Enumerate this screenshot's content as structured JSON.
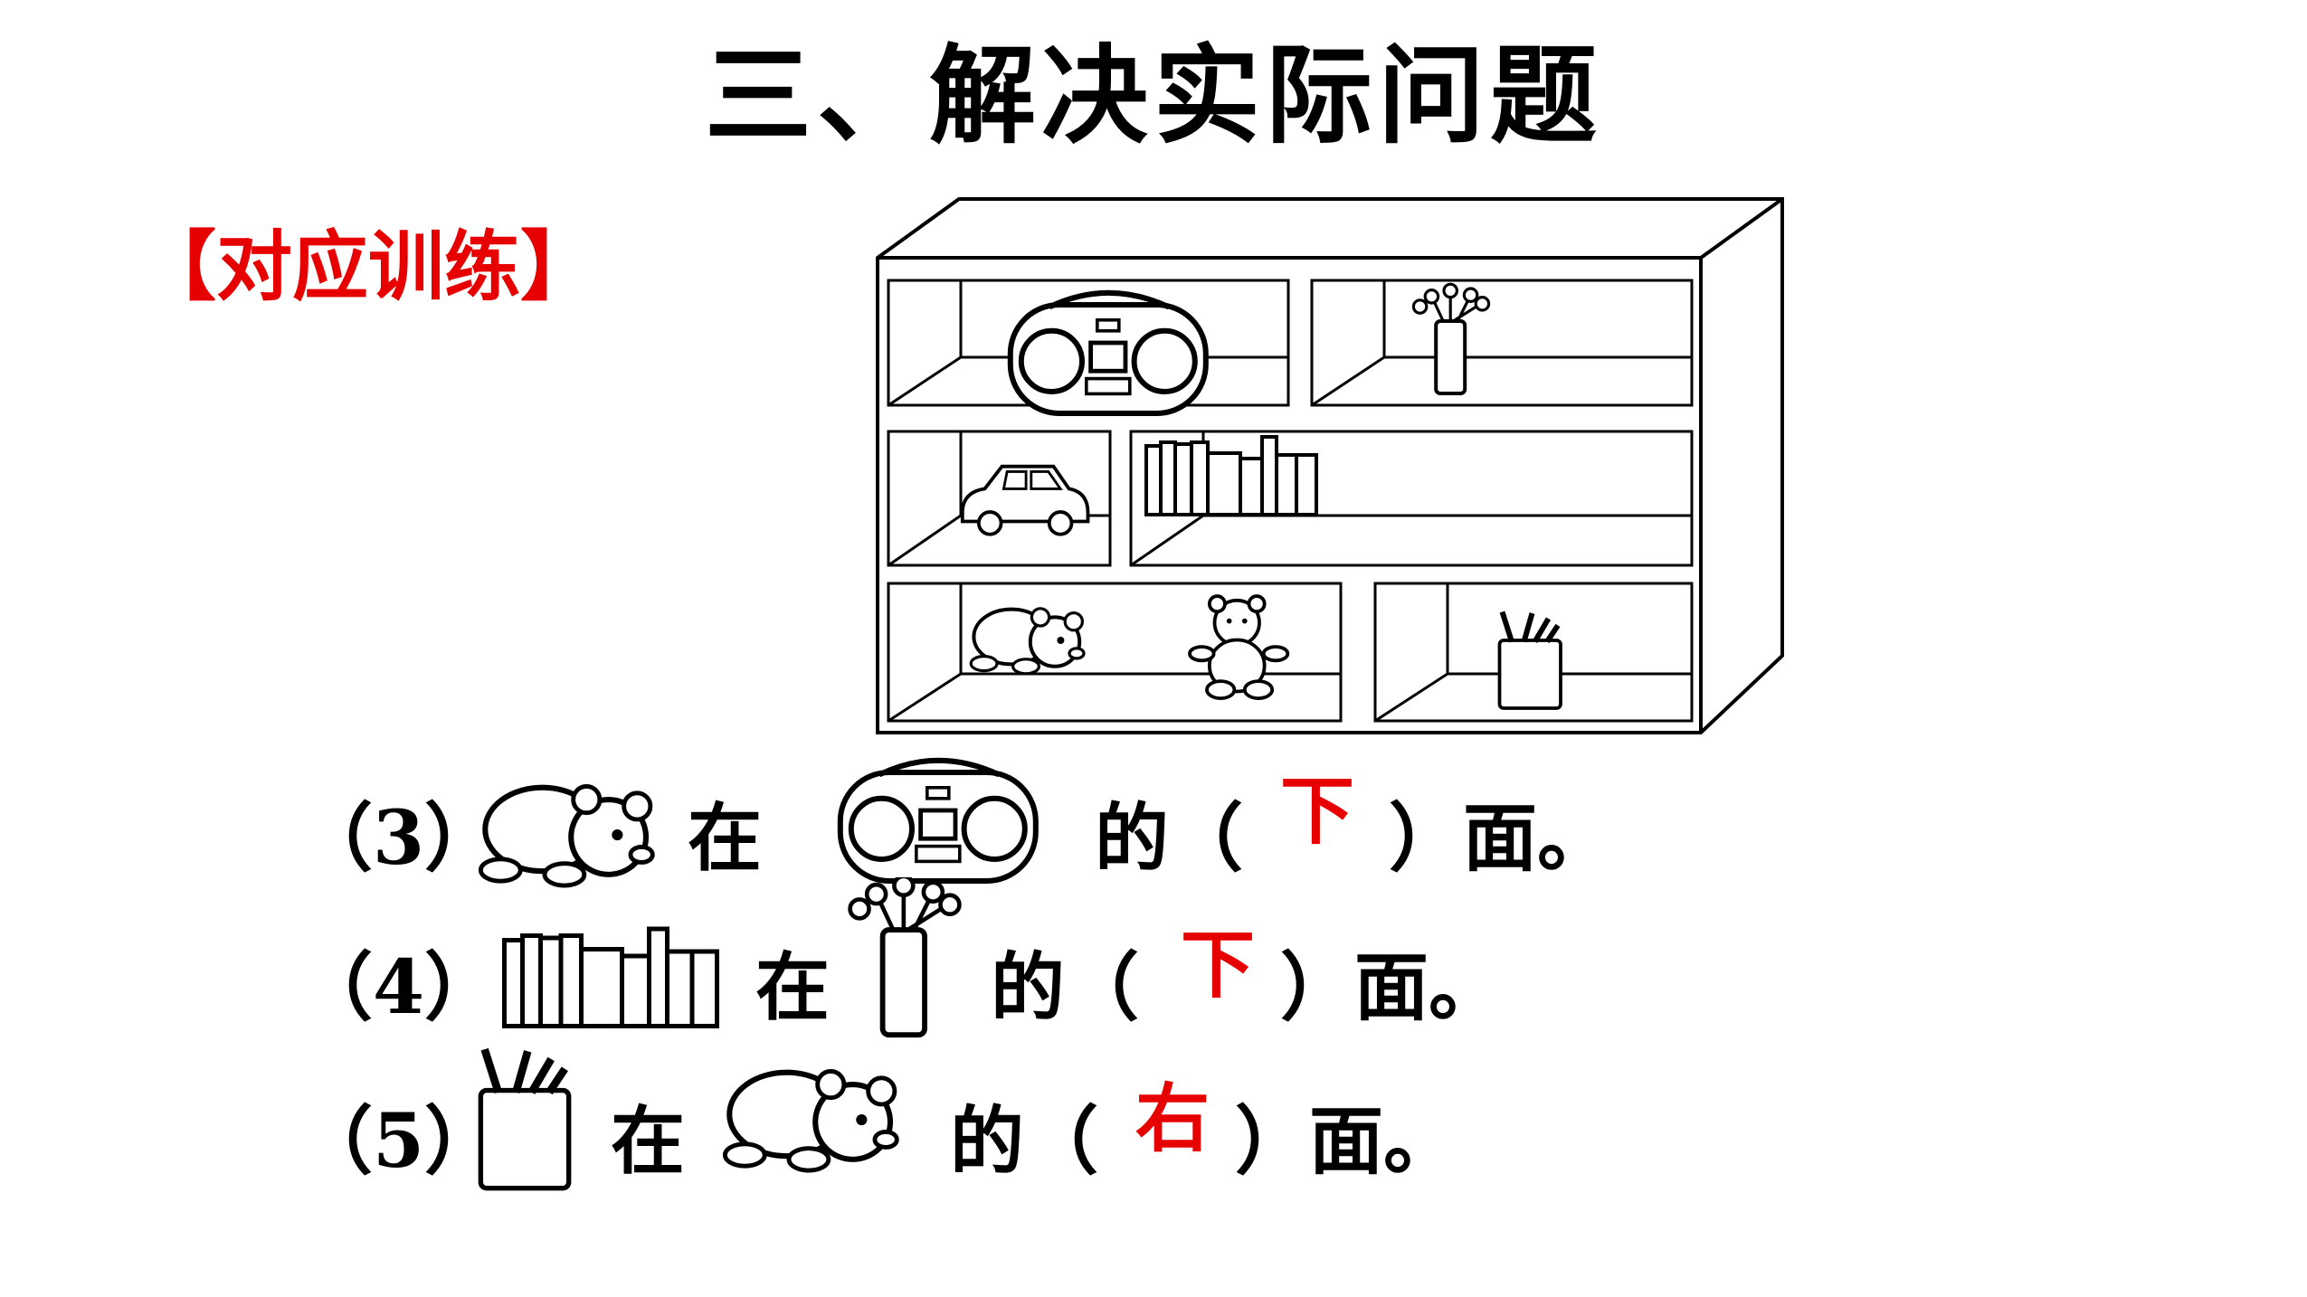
{
  "title": "三、解决实际问题",
  "practice_label": "【对应训练】",
  "questions": [
    {
      "number": "（3）",
      "obj1_icon": "crawling-bear-icon",
      "zai": "在",
      "obj2_icon": "radio-icon",
      "de": "的（",
      "answer": "下",
      "end": "）面。"
    },
    {
      "number": "（4）",
      "obj1_icon": "books-icon",
      "zai": "在",
      "obj2_icon": "flower-vase-icon",
      "de": "的（",
      "answer": "下",
      "end": "）面。"
    },
    {
      "number": "（5）",
      "obj1_icon": "pencil-cup-icon",
      "zai": "在",
      "obj2_icon": "crawling-bear-icon",
      "de": "的（",
      "answer": "右",
      "end": "）面。"
    }
  ],
  "colors": {
    "answer": "#e60000",
    "label": "#e60000",
    "text": "#000000"
  }
}
